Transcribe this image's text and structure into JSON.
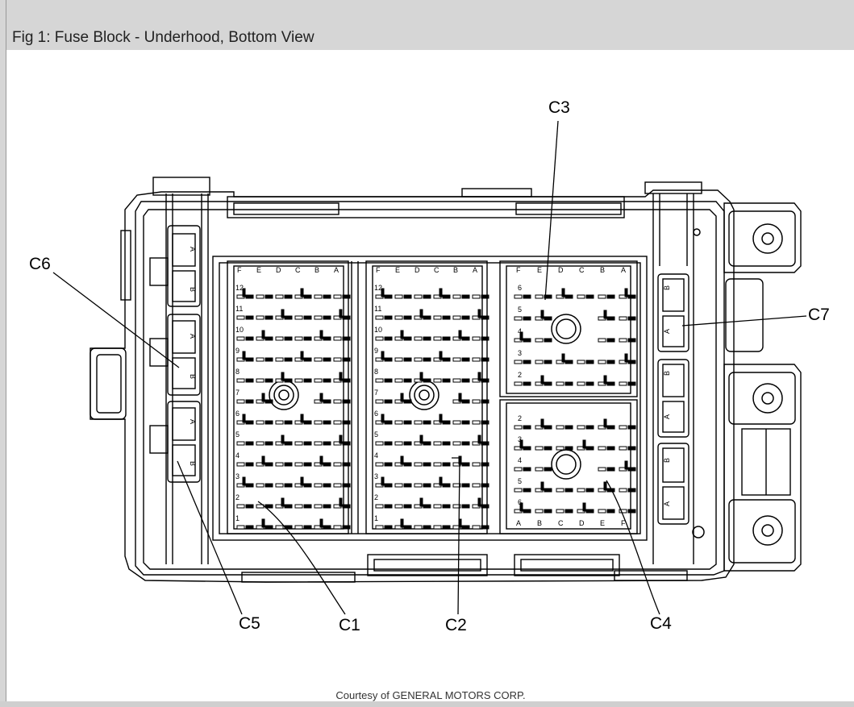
{
  "figure": {
    "title": "Fig 1: Fuse Block - Underhood, Bottom View",
    "credit": "Courtesy of GENERAL MOTORS CORP."
  },
  "callouts": [
    "C3",
    "C6",
    "C7",
    "C5",
    "C1",
    "C2",
    "C4"
  ],
  "connector_pin_labels": {
    "columns": [
      "F",
      "E",
      "D",
      "C",
      "B",
      "A"
    ],
    "c1_rows": [
      "12",
      "11",
      "10",
      "9",
      "8",
      "7",
      "6",
      "5",
      "4",
      "3",
      "2",
      "1"
    ],
    "c2_rows": [
      "12",
      "11",
      "10",
      "9",
      "8",
      "7",
      "6",
      "5",
      "4",
      "3",
      "2",
      "1"
    ],
    "c3_rows": [
      "6",
      "5",
      "4",
      "3",
      "2"
    ],
    "c4_rows": [
      "2",
      "3",
      "4",
      "5",
      "6"
    ],
    "c4_columns": [
      "A",
      "B",
      "C",
      "D",
      "E",
      "F"
    ],
    "side_pins": [
      "A",
      "B"
    ]
  },
  "colors": {
    "header_background": "#d6d6d6",
    "line": "#000000"
  }
}
